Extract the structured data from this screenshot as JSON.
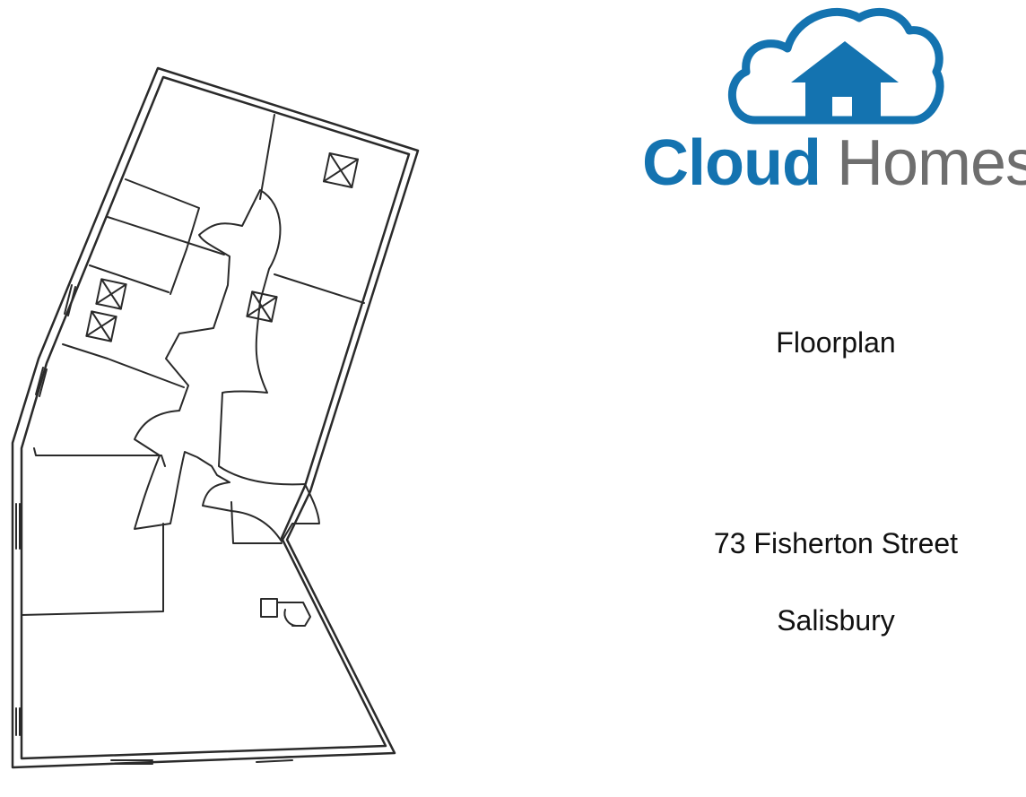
{
  "brand": {
    "name_part1": "Cloud",
    "name_part2": "Homes",
    "colors": {
      "primary": "#1473b0",
      "secondary": "#6e6e6e"
    },
    "icon": "cloud-house-icon"
  },
  "plan": {
    "heading": "Floorplan",
    "address_line1": "73 Fisherton Street",
    "address_line2": "Salisbury"
  },
  "drawing": {
    "style": "hand-drawn line sketch",
    "stroke_color": "#2a2a2a"
  }
}
